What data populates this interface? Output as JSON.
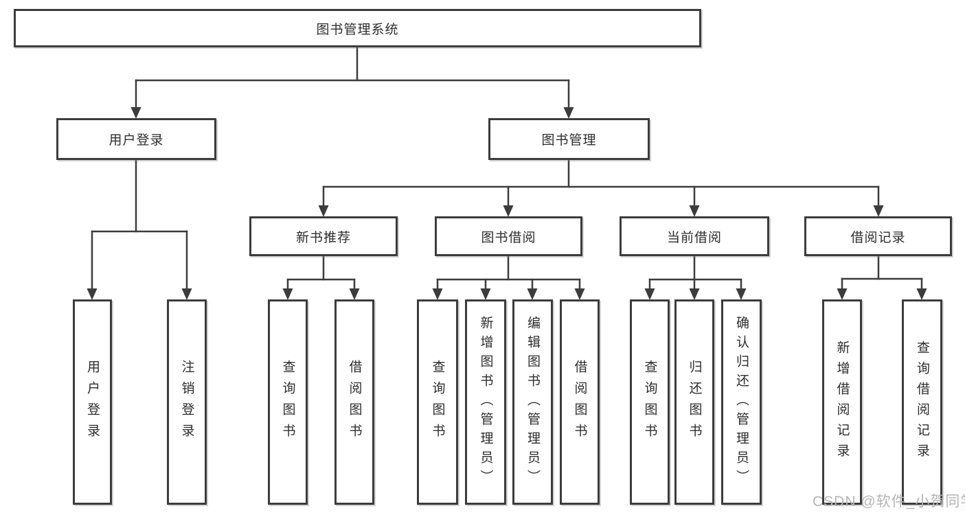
{
  "diagram": {
    "root": {
      "label": "图书管理系统"
    },
    "branches": [
      {
        "label": "用户登录",
        "children": [
          {
            "label": "用户登录"
          },
          {
            "label": "注销登录"
          }
        ]
      },
      {
        "label": "图书管理",
        "children": [
          {
            "label": "新书推荐",
            "children": [
              {
                "label": "查询图书"
              },
              {
                "label": "借阅图书"
              }
            ]
          },
          {
            "label": "图书借阅",
            "children": [
              {
                "label": "查询图书"
              },
              {
                "label": "新增图书（管理员）"
              },
              {
                "label": "编辑图书（管理员）"
              },
              {
                "label": "借阅图书"
              }
            ]
          },
          {
            "label": "当前借阅",
            "children": [
              {
                "label": "查询图书"
              },
              {
                "label": "归还图书"
              },
              {
                "label": "确认归还（管理员）"
              }
            ]
          },
          {
            "label": "借阅记录",
            "children": [
              {
                "label": "新增借阅记录"
              },
              {
                "label": "查询借阅记录"
              }
            ]
          }
        ]
      }
    ]
  },
  "watermark": {
    "text": "CSDN @软件_小贺同学"
  },
  "colors": {
    "line": "#3c3c3c",
    "text": "#2d2d2d",
    "watermark": "#b5b5b5"
  }
}
